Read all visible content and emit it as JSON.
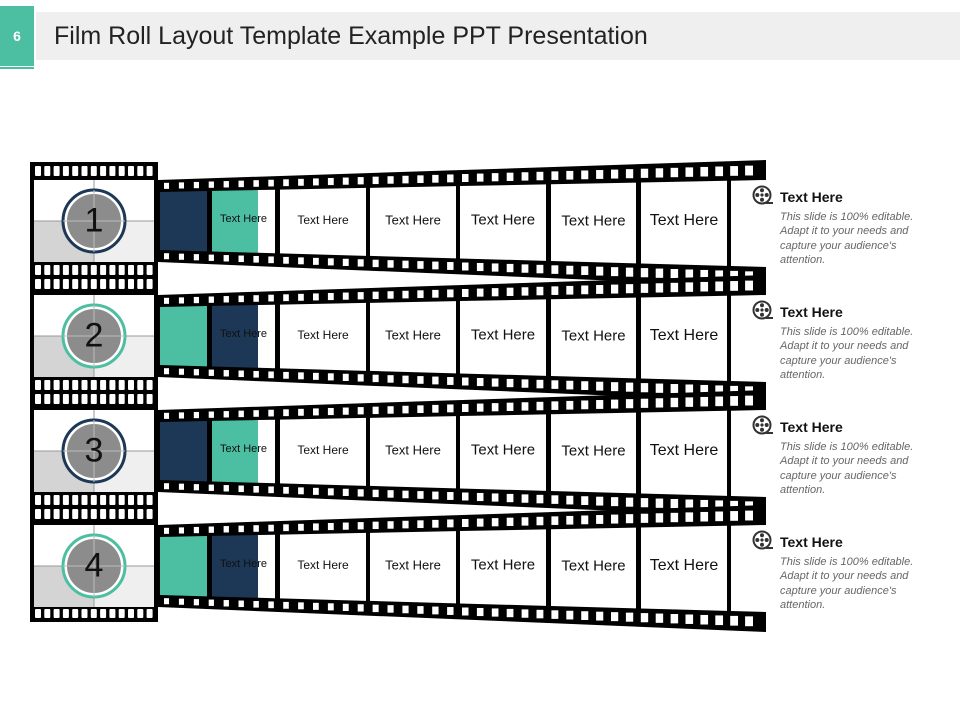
{
  "slide": {
    "number": "6",
    "title": "Film Roll Layout Template Example PPT Presentation"
  },
  "colors": {
    "teal": "#4cbea2",
    "navy": "#1d3756",
    "film": "#000000",
    "grey": "#8c8c8c"
  },
  "rows": [
    {
      "number": "1",
      "frames": [
        "Text Here",
        "Text Here",
        "Text Here",
        "Text  Here",
        "Text  Here",
        "Text Here"
      ],
      "caption_title": "Text Here",
      "caption_body": "This slide is 100% editable. Adapt it to your needs and capture your audience's attention."
    },
    {
      "number": "2",
      "frames": [
        "Text Here",
        "Text Here",
        "Text Here",
        "Text  Here",
        "Text  Here",
        "Text Here"
      ],
      "caption_title": "Text Here",
      "caption_body": "This slide is 100% editable. Adapt it to your needs and capture your audience's attention."
    },
    {
      "number": "3",
      "frames": [
        "Text Here",
        "Text Here",
        "Text Here",
        "Text  Here",
        "Text  Here",
        "Text Here"
      ],
      "caption_title": "Text Here",
      "caption_body": "This slide is 100% editable. Adapt it to your needs and capture your audience's attention."
    },
    {
      "number": "4",
      "frames": [
        "Text Here",
        "Text Here",
        "Text Here",
        "Text  Here",
        "Text  Here",
        "Text Here"
      ],
      "caption_title": "Text Here",
      "caption_body": "This slide is 100% editable. Adapt it to your needs and capture your audience's attention."
    }
  ]
}
